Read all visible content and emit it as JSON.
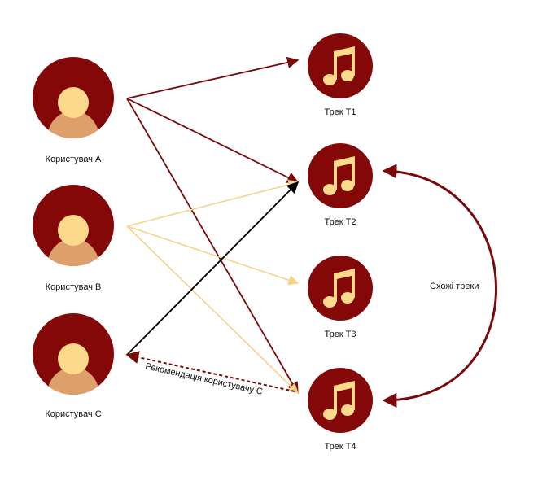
{
  "users": [
    {
      "id": "A",
      "label": "Користувач A"
    },
    {
      "id": "B",
      "label": "Користувач B"
    },
    {
      "id": "C",
      "label": "Користувач C"
    }
  ],
  "tracks": [
    {
      "id": "T1",
      "label": "Трек T1"
    },
    {
      "id": "T2",
      "label": "Трек T2"
    },
    {
      "id": "T3",
      "label": "Трек T3"
    },
    {
      "id": "T4",
      "label": "Трек T4"
    }
  ],
  "edges": [
    {
      "from": "A",
      "to": "T1",
      "color": "#7a0a0a"
    },
    {
      "from": "A",
      "to": "T2",
      "color": "#7a0a0a"
    },
    {
      "from": "A",
      "to": "T4",
      "color": "#7a0a0a"
    },
    {
      "from": "B",
      "to": "T2",
      "color": "#f7d38a"
    },
    {
      "from": "B",
      "to": "T3",
      "color": "#f7d38a"
    },
    {
      "from": "B",
      "to": "T4",
      "color": "#f7d38a"
    },
    {
      "from": "C",
      "to": "T2",
      "color": "#000000"
    }
  ],
  "recommendation": {
    "from": "T4",
    "to": "C",
    "label": "Рекомендація користувачу C",
    "color": "#7a0a0a"
  },
  "similar": {
    "between": [
      "T2",
      "T4"
    ],
    "label": "Схожі треки",
    "color": "#7a0a0a"
  },
  "icons": {
    "user": "user-avatar-icon",
    "track": "music-note-icon"
  },
  "colors": {
    "circle": "#840808",
    "skin": "#fcd98b",
    "body": "#dda06a",
    "note": "#fcd98b"
  }
}
